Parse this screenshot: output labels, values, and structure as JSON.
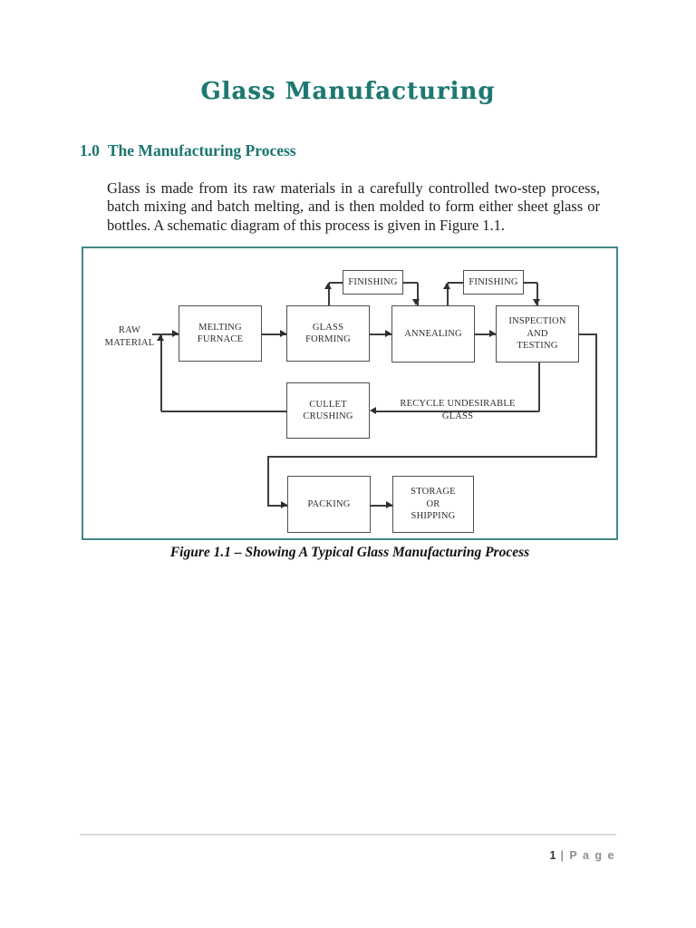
{
  "document": {
    "title": "Glass Manufacturing",
    "section": {
      "number": "1.0",
      "heading": "The Manufacturing Process"
    },
    "paragraph": "Glass is made from its raw materials in a carefully controlled two-step process, batch mixing and batch melting, and is then molded to form either sheet glass or bottles. A schematic diagram of this process is given in Figure 1.1.",
    "figure": {
      "caption": "Figure 1.1 – Showing A Typical Glass Manufacturing Process"
    },
    "footer": {
      "page_number": "1",
      "page_label": " | P a g e"
    }
  },
  "colors": {
    "accent_teal": "#1e7872",
    "frame_border": "#448787",
    "diagram_line": "#3d3d3d"
  },
  "diagram": {
    "type": "flowchart",
    "nodes": {
      "raw_material": "RAW\nMATERIAL",
      "melting_furnace": "MELTING\nFURNACE",
      "glass_forming": "GLASS\nFORMING",
      "annealing": "ANNEALING",
      "inspection_testing": "INSPECTION\nAND\nTESTING",
      "finishing_top_1": "FINISHING",
      "finishing_top_2": "FINISHING",
      "cullet_crushing": "CULLET\nCRUSHING",
      "recycle_label": "RECYCLE UNDESIRABLE\nGLASS",
      "packing": "PACKING",
      "storage_shipping": "STORAGE\nOR\nSHIPPING"
    },
    "flow": [
      "RAW MATERIAL → MELTING FURNACE → GLASS FORMING → ANNEALING → INSPECTION AND TESTING",
      "GLASS FORMING → FINISHING → ANNEALING",
      "ANNEALING → FINISHING → INSPECTION AND TESTING",
      "INSPECTION AND TESTING → RECYCLE UNDESIRABLE GLASS → CULLET CRUSHING → RAW MATERIAL",
      "INSPECTION AND TESTING → PACKING → STORAGE OR SHIPPING"
    ]
  }
}
